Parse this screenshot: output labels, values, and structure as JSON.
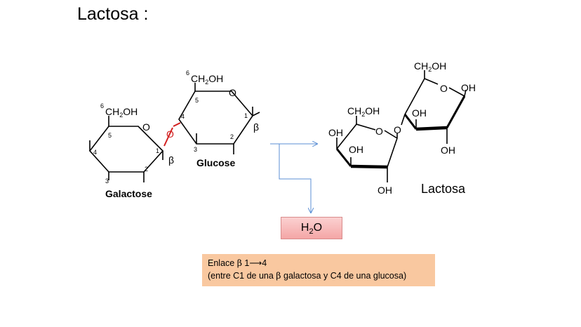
{
  "title": "Lactosa :",
  "reactants": {
    "galactose": {
      "name": "Galactose",
      "ring_oxygen": "O",
      "substituent_ch2oh": "CH",
      "subscript_2": "2",
      "oh": "OH",
      "anomer": "β",
      "carbon_numbers": [
        "6",
        "5",
        "4",
        "1",
        "3",
        "2"
      ]
    },
    "glucose": {
      "name": "Glucose",
      "ring_oxygen": "O",
      "substituent_ch2oh": "CH",
      "subscript_2": "2",
      "oh": "OH",
      "anomer": "β",
      "carbon_numbers": [
        "6",
        "5",
        "4",
        "1",
        "3",
        "2"
      ]
    },
    "bridge_oxygen": "O"
  },
  "product": {
    "name": "Lactosa",
    "labels": [
      "CH",
      "2",
      "OH",
      "O",
      "OH",
      "CH",
      "2",
      "OH",
      "OH",
      "OH",
      "O",
      "O",
      "OH",
      "OH",
      "OH"
    ]
  },
  "water": {
    "H": "H",
    "sub": "2",
    "O": "O"
  },
  "bond_note": {
    "line1_prefix": "Enlace ",
    "beta": "β",
    "line1_suffix": " 1⟶4",
    "line2_a": "(entre C1 de una ",
    "line2_beta": "β",
    "line2_b": " galactosa y C4 de una glucosa)"
  },
  "colors": {
    "glycosidic_bond": "#d22020",
    "arrow": "#5b8fd4",
    "water_box": "#f4a6a6",
    "note_box": "#f9c8a0"
  }
}
